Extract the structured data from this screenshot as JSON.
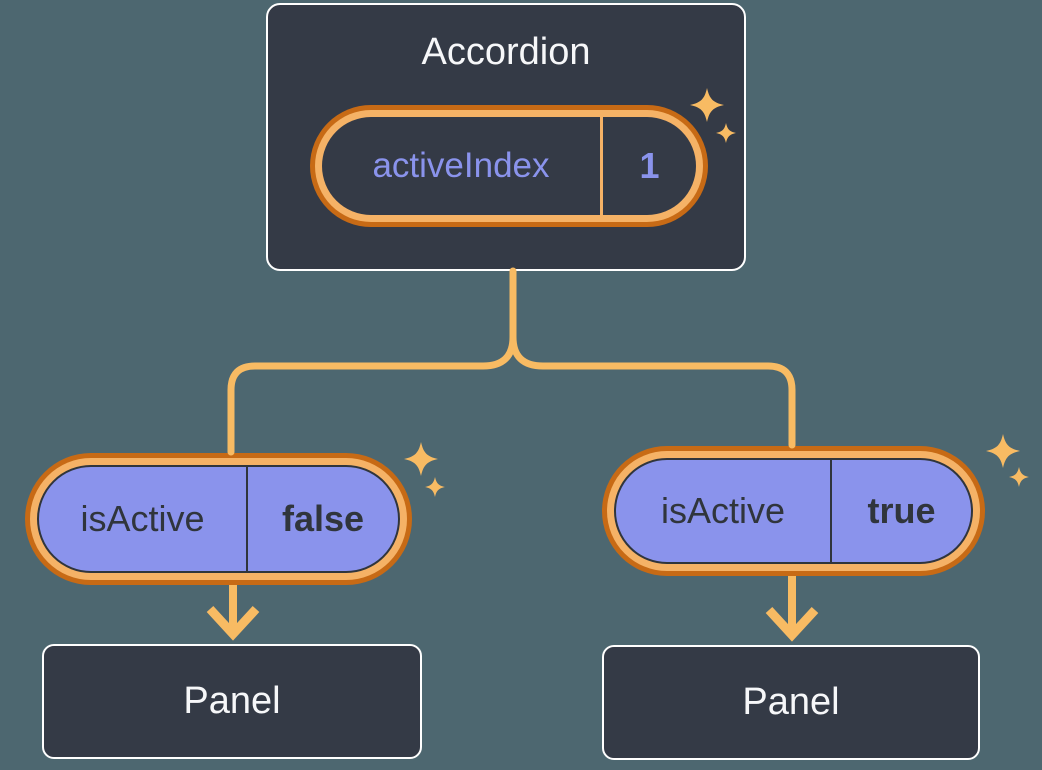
{
  "canvas": {
    "background_color": "#4D6770"
  },
  "colors": {
    "node_fill": "#343A46",
    "node_border": "#FFFFFF",
    "pill_ring_outer": "#C76A15",
    "pill_ring_inner": "#F5B266",
    "connector_orange": "#F8BB63",
    "pill_purple_fill": "#8A93EC",
    "text_light": "#F6F7F9",
    "text_dark": "#30353C",
    "text_purple": "#8A93EC"
  },
  "tree": {
    "root": {
      "title": "Accordion",
      "state": {
        "name": "activeIndex",
        "value": "1"
      }
    },
    "children": [
      {
        "prop": {
          "name": "isActive",
          "value": "false"
        },
        "panel": {
          "title": "Panel"
        }
      },
      {
        "prop": {
          "name": "isActive",
          "value": "true"
        },
        "panel": {
          "title": "Panel"
        }
      }
    ]
  }
}
